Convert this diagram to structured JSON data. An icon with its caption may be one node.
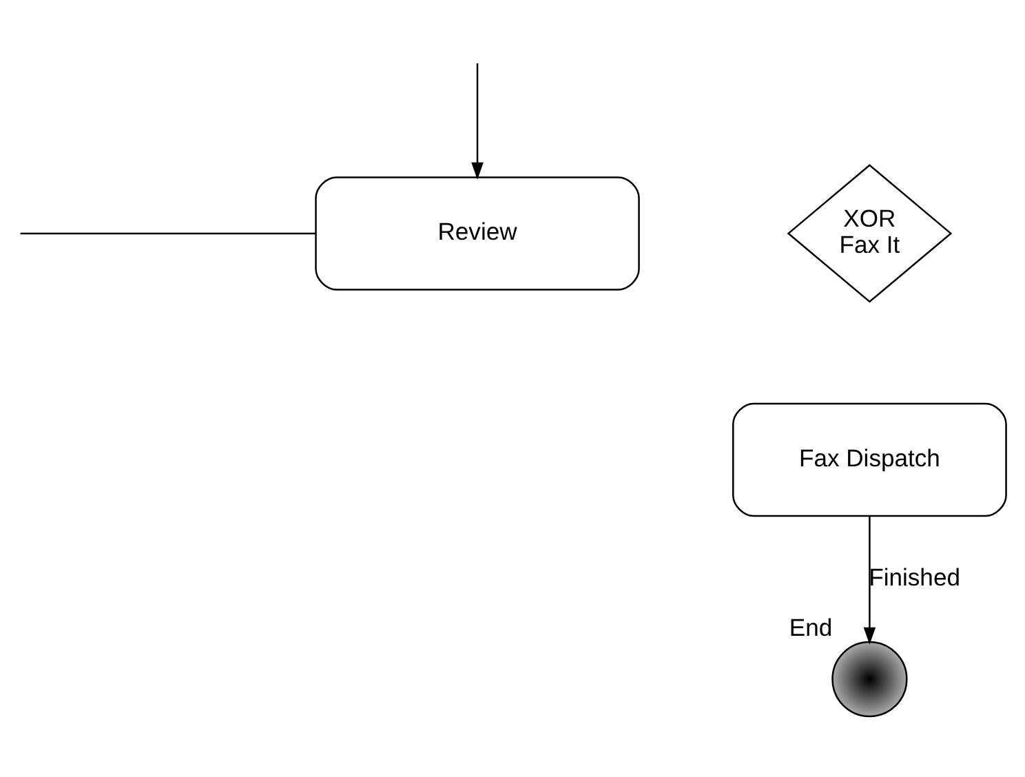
{
  "diagram": {
    "nodes": [
      {
        "text": [
          "Review"
        ]
      },
      {
        "text": [
          "XOR",
          "Fax It"
        ]
      },
      {
        "text": [
          "Fax Dispatch"
        ]
      },
      {
        "text": [],
        "shape": "circle",
        "beside": [
          "End"
        ]
      }
    ],
    "edges": [
      {
        "from": null,
        "to": 0,
        "arrow": "none"
      },
      {
        "from": null,
        "to": 0,
        "arrow": "to"
      },
      {
        "from": 2,
        "to": 3,
        "arrow": "to",
        "label": "Finished"
      }
    ]
  }
}
